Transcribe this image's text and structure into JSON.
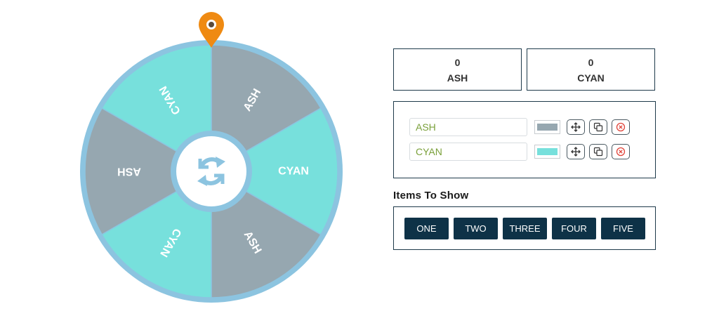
{
  "wheel": {
    "segments": [
      {
        "label": "ASH",
        "color": "#96a7b0"
      },
      {
        "label": "CYAN",
        "color": "#77e0dc"
      },
      {
        "label": "ASH",
        "color": "#96a7b0"
      },
      {
        "label": "CYAN",
        "color": "#77e0dc"
      },
      {
        "label": "ASH",
        "color": "#96a7b0"
      },
      {
        "label": "CYAN",
        "color": "#77e0dc"
      }
    ],
    "rim_color": "#8cc4e0",
    "pointer_color": "#ef8a12",
    "center_icon": "refresh-icon"
  },
  "scores": [
    {
      "count": "0",
      "label": "ASH"
    },
    {
      "count": "0",
      "label": "CYAN"
    }
  ],
  "items": [
    {
      "text": "ASH",
      "color": "#96a7b0"
    },
    {
      "text": "CYAN",
      "color": "#77e0dc"
    }
  ],
  "items_to_show": {
    "title": "Items To Show",
    "options": [
      "ONE",
      "TWO",
      "THREE",
      "FOUR",
      "FIVE"
    ]
  }
}
